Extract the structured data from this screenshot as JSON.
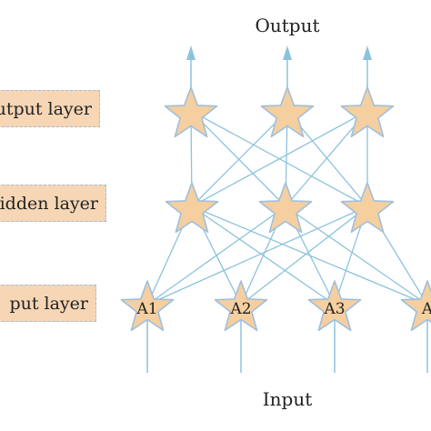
{
  "labels": {
    "output": "Output",
    "input": "Input"
  },
  "layers": {
    "output": "utput layer",
    "hidden": "idden layer",
    "input": "put layer"
  },
  "nodes": {
    "input": [
      "A1",
      "A2",
      "A3",
      "A"
    ]
  },
  "colors": {
    "node_fill": "#f5cf9f",
    "node_stroke": "#9fbfdd",
    "edge": "#8cc3dc",
    "box_fill": "#f6d6b4"
  }
}
